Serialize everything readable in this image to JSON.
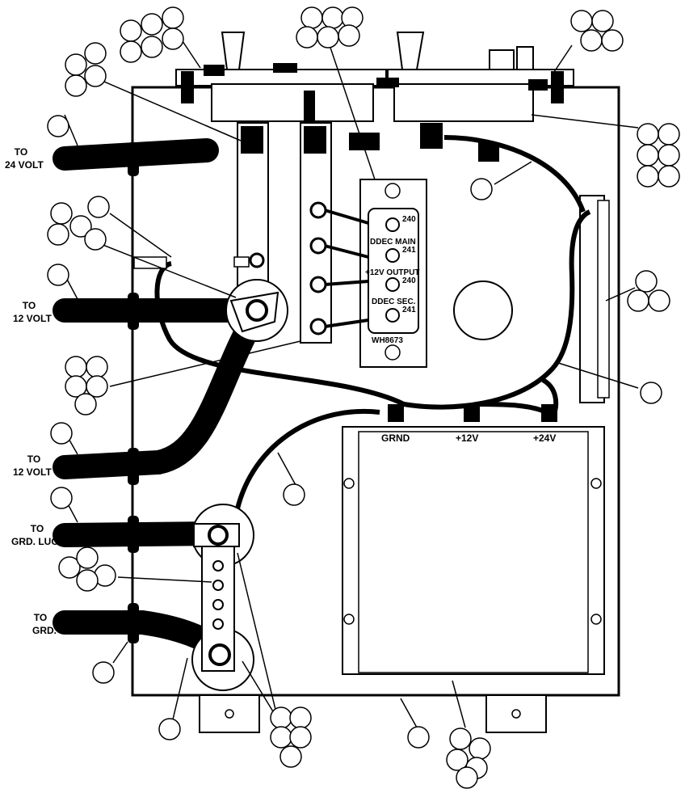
{
  "wire_labels": {
    "to_24v_1": "TO",
    "to_24v_2": "24 VOLT",
    "to_12v_a_1": "TO",
    "to_12v_a_2": "12 VOLT",
    "to_12v_b_1": "TO",
    "to_12v_b_2": "12 VOLT",
    "to_grd_lug_1": "TO",
    "to_grd_lug_2": "GRD. LUG",
    "to_grd_1": "TO",
    "to_grd_2": "GRD."
  },
  "terminal_block": {
    "n240a": "240",
    "main": "DDEC MAIN",
    "n241a": "241",
    "output": "+12V OUTPUT",
    "n240b": "240",
    "sec": "DDEC SEC.",
    "n241b": "241",
    "part": "WH8673"
  },
  "converter": {
    "grnd": "GRND",
    "p12v": "+12V",
    "p24v": "+24V"
  }
}
